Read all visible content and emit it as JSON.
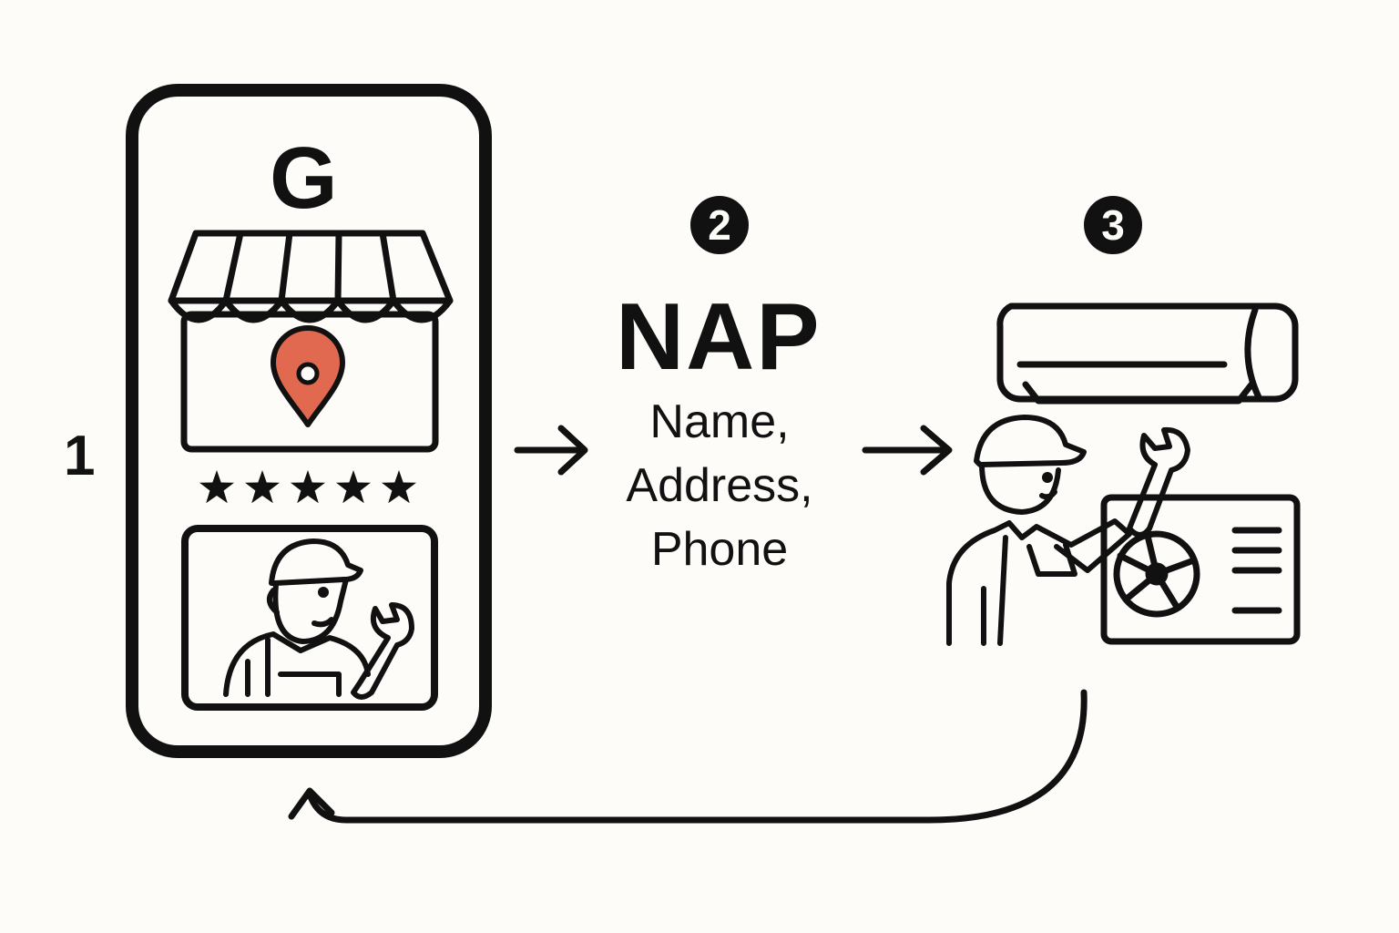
{
  "step1": {
    "number": "1",
    "brand_letter": "G"
  },
  "step2": {
    "badge": "2",
    "title": "NAP",
    "lines": [
      "Name,",
      "Address,",
      "Phone"
    ]
  },
  "step3": {
    "badge": "3"
  },
  "icons": [
    "phone-frame",
    "storefront-awning-icon",
    "location-pin-icon",
    "star-icon",
    "technician-icon",
    "wrench-icon",
    "air-conditioner-icon",
    "outdoor-unit-fan-icon",
    "arrow-right-icon",
    "return-arrow-icon"
  ],
  "colors": {
    "ink": "#111111",
    "pin": "#e0694f",
    "background": "#fdfcf8"
  },
  "rating": {
    "stars": 5
  }
}
